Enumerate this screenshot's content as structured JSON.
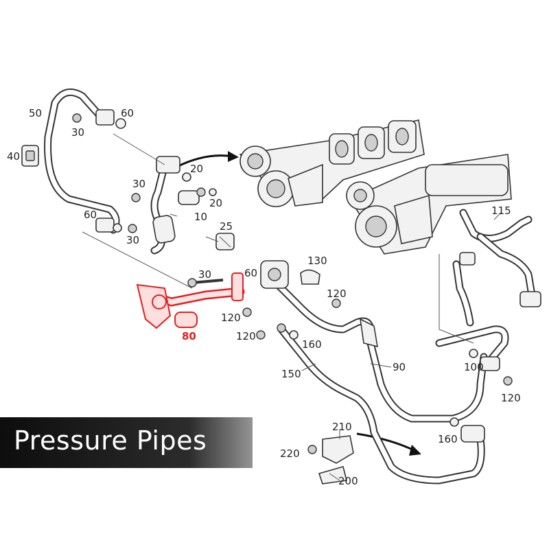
{
  "banner": {
    "title": "Pressure Pipes"
  },
  "callouts": {
    "c50": "50",
    "c60a": "60",
    "c30a": "30",
    "c40": "40",
    "c20a": "20",
    "c30b": "30",
    "c20b": "20",
    "c60b": "60",
    "c10": "10",
    "c30c": "30",
    "c25": "25",
    "c30d": "30",
    "c60c": "60",
    "c130": "130",
    "c115": "115",
    "c120a": "120",
    "c120b": "120",
    "c120c": "120",
    "c80": "80",
    "c160a": "160",
    "c90": "90",
    "c150": "150",
    "c100": "100",
    "c120d": "120",
    "c210": "210",
    "c220": "220",
    "c160b": "160",
    "c200": "200"
  },
  "colors": {
    "highlight": "#e02020",
    "line": "#333333",
    "banner_bg": "#1a1a1a",
    "banner_text": "#ffffff"
  }
}
